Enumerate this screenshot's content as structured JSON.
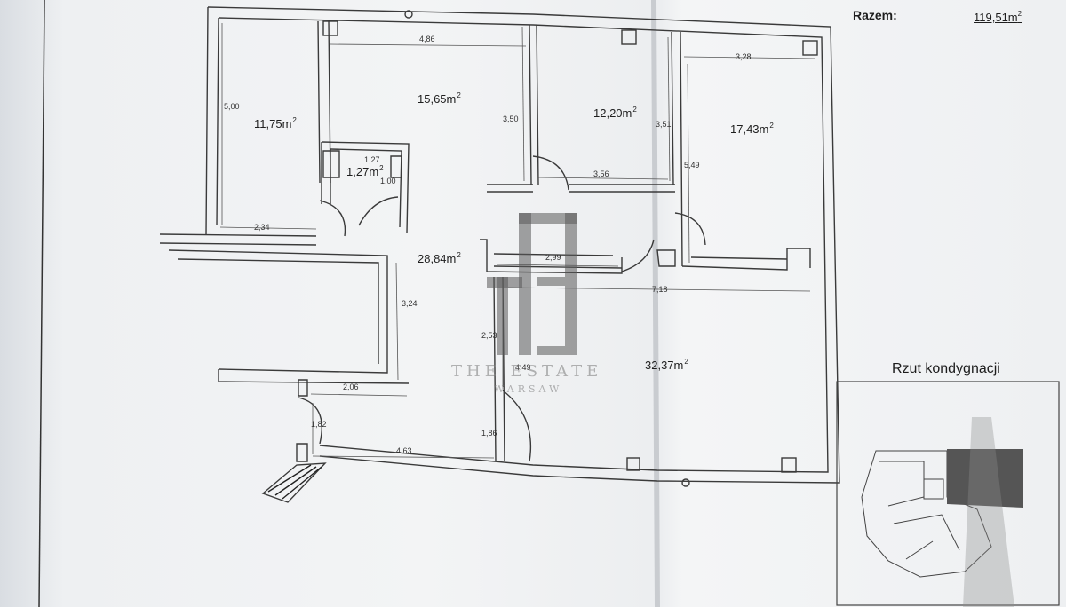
{
  "summary": {
    "total_label": "Razem:",
    "total_value": "119,51",
    "total_unit": "m",
    "total_sup": "2"
  },
  "key_plan": {
    "title": "Rzut kondygnacji"
  },
  "watermark": {
    "line1": "THE ESTATE",
    "line2": "WARSAW",
    "monogram": "TE"
  },
  "rooms": [
    {
      "id": "room-1",
      "area": "11,75",
      "unit": "m",
      "sup": "2"
    },
    {
      "id": "room-2",
      "area": "15,65",
      "unit": "m",
      "sup": "2"
    },
    {
      "id": "room-3",
      "area": "12,20",
      "unit": "m",
      "sup": "2"
    },
    {
      "id": "room-4",
      "area": "17,43",
      "unit": "m",
      "sup": "2"
    },
    {
      "id": "room-5",
      "area": "1,27",
      "unit": "m",
      "sup": "2"
    },
    {
      "id": "room-6",
      "area": "28,84",
      "unit": "m",
      "sup": "2"
    },
    {
      "id": "room-7",
      "area": "32,37",
      "unit": "m",
      "sup": "2"
    }
  ],
  "dimensions": [
    "4,86",
    "3,28",
    "5,00",
    "3,50",
    "3,51",
    "1,27",
    "1,00",
    "3,56",
    "5,49",
    "2,34",
    "2,99",
    "7,18",
    "3,24",
    "2,53",
    "4,49",
    "2,06",
    "1,82",
    "1,86",
    "4,63"
  ]
}
